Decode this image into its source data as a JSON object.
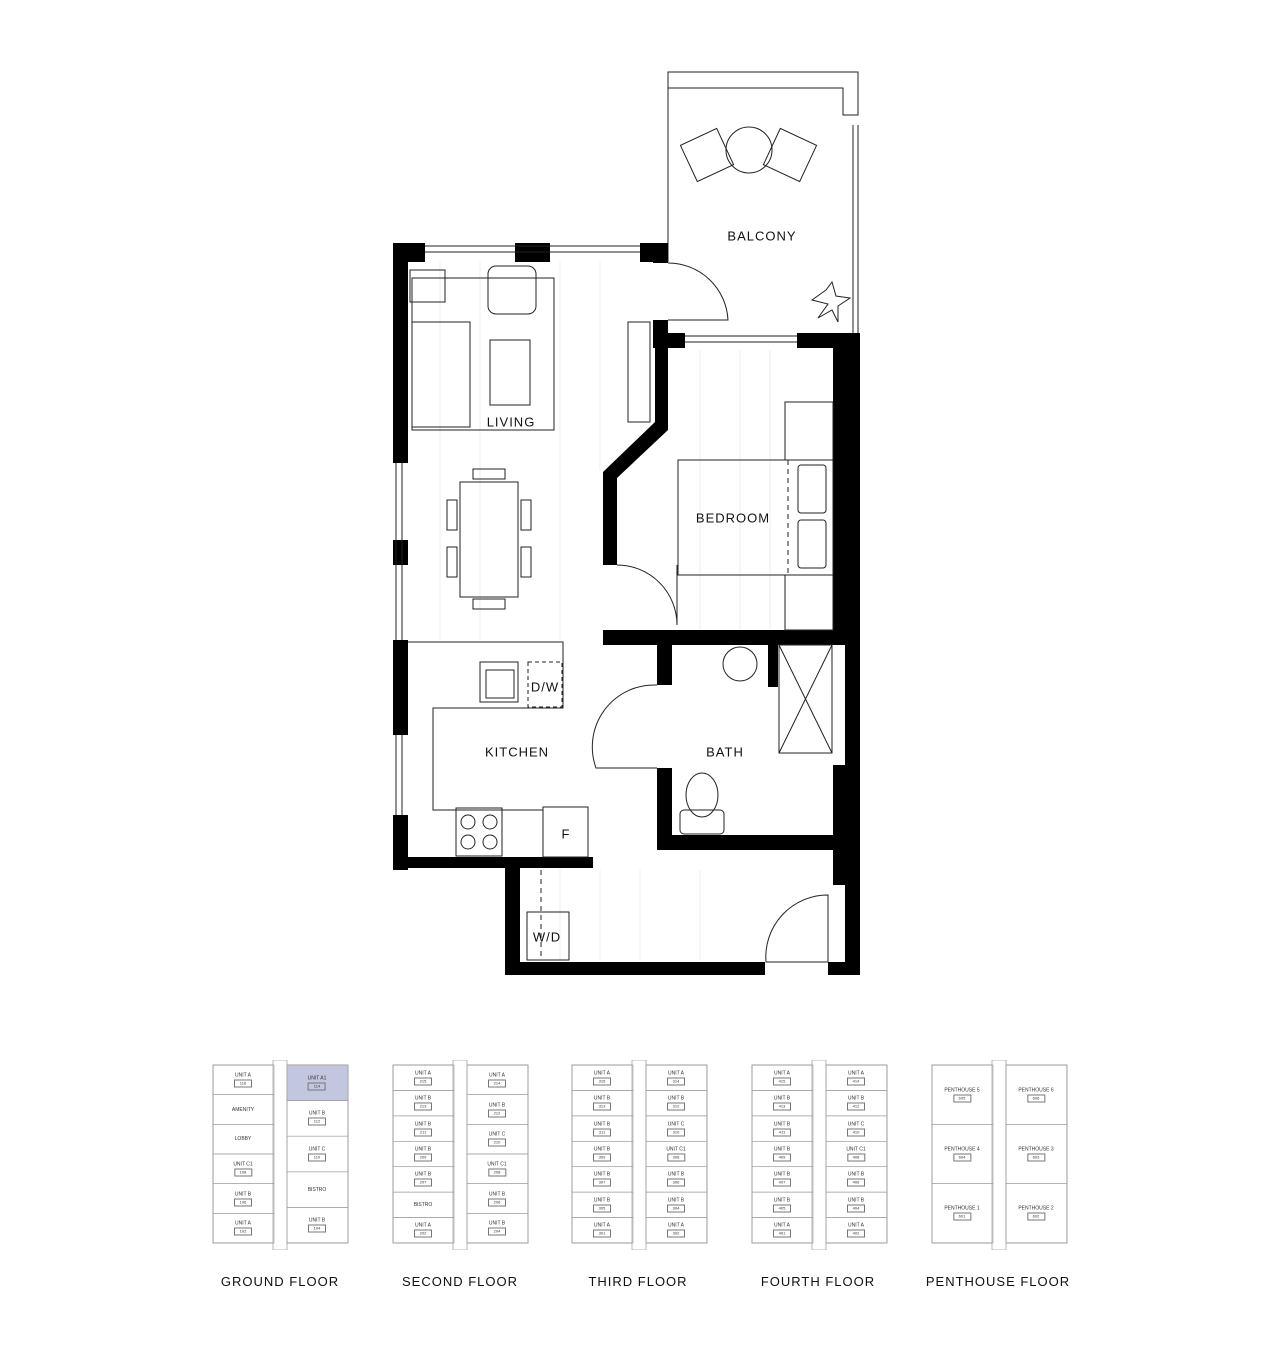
{
  "rooms": {
    "balcony": "BALCONY",
    "living": "LIVING",
    "bedroom": "BEDROOM",
    "kitchen": "KITCHEN",
    "bath": "BATH",
    "dishwasher": "D/W",
    "fridge": "F",
    "washer_dryer": "W/D"
  },
  "highlight_color": "#c3c6df",
  "keyplans": [
    {
      "label": "GROUND FLOOR",
      "units": [
        {
          "name": "UNIT A",
          "num": "116"
        },
        {
          "name": "UNIT A1",
          "num": "114",
          "highlight": true
        },
        {
          "name": "AMENITY"
        },
        {
          "name": "UNIT B",
          "num": "112"
        },
        {
          "name": "LOBBY"
        },
        {
          "name": "UNIT C",
          "num": "110"
        },
        {
          "name": "UNIT C1",
          "num": "108"
        },
        {
          "name": "BISTRO"
        },
        {
          "name": "UNIT B",
          "num": "106"
        },
        {
          "name": "UNIT B",
          "num": "104"
        },
        {
          "name": "UNIT A",
          "num": "102"
        }
      ]
    },
    {
      "label": "SECOND FLOOR",
      "units": [
        {
          "name": "UNIT A",
          "num": "215"
        },
        {
          "name": "UNIT A",
          "num": "214"
        },
        {
          "name": "UNIT B",
          "num": "213"
        },
        {
          "name": "UNIT B",
          "num": "212"
        },
        {
          "name": "UNIT B",
          "num": "211"
        },
        {
          "name": "UNIT C",
          "num": "210"
        },
        {
          "name": "UNIT B",
          "num": "209"
        },
        {
          "name": "UNIT C1",
          "num": "208"
        },
        {
          "name": "UNIT B",
          "num": "207"
        },
        {
          "name": "UNIT B",
          "num": "206"
        },
        {
          "name": "BISTRO"
        },
        {
          "name": "UNIT B",
          "num": "204"
        },
        {
          "name": "UNIT A",
          "num": "202"
        }
      ]
    },
    {
      "label": "THIRD FLOOR",
      "units": [
        {
          "name": "UNIT A",
          "num": "315"
        },
        {
          "name": "UNIT A",
          "num": "314"
        },
        {
          "name": "UNIT B",
          "num": "313"
        },
        {
          "name": "UNIT B",
          "num": "312"
        },
        {
          "name": "UNIT B",
          "num": "311"
        },
        {
          "name": "UNIT C",
          "num": "310"
        },
        {
          "name": "UNIT B",
          "num": "309"
        },
        {
          "name": "UNIT C1",
          "num": "308"
        },
        {
          "name": "UNIT B",
          "num": "307"
        },
        {
          "name": "UNIT B",
          "num": "306"
        },
        {
          "name": "UNIT B",
          "num": "305"
        },
        {
          "name": "UNIT B",
          "num": "304"
        },
        {
          "name": "UNIT A",
          "num": "301"
        },
        {
          "name": "UNIT A",
          "num": "302"
        }
      ]
    },
    {
      "label": "FOURTH FLOOR",
      "units": [
        {
          "name": "UNIT A",
          "num": "415"
        },
        {
          "name": "UNIT A",
          "num": "414"
        },
        {
          "name": "UNIT B",
          "num": "413"
        },
        {
          "name": "UNIT B",
          "num": "412"
        },
        {
          "name": "UNIT B",
          "num": "411"
        },
        {
          "name": "UNIT C",
          "num": "410"
        },
        {
          "name": "UNIT B",
          "num": "409"
        },
        {
          "name": "UNIT C1",
          "num": "408"
        },
        {
          "name": "UNIT B",
          "num": "407"
        },
        {
          "name": "UNIT B",
          "num": "406"
        },
        {
          "name": "UNIT B",
          "num": "405"
        },
        {
          "name": "UNIT B",
          "num": "404"
        },
        {
          "name": "UNIT A",
          "num": "401"
        },
        {
          "name": "UNIT A",
          "num": "402"
        }
      ]
    },
    {
      "label": "PENTHOUSE FLOOR",
      "units": [
        {
          "name": "PENTHOUSE 5",
          "num": "605"
        },
        {
          "name": "PENTHOUSE 6",
          "num": "606"
        },
        {
          "name": "PENTHOUSE 4",
          "num": "604"
        },
        {
          "name": "PENTHOUSE 3",
          "num": "603"
        },
        {
          "name": "PENTHOUSE 1",
          "num": "601"
        },
        {
          "name": "PENTHOUSE 2",
          "num": "602"
        }
      ]
    }
  ]
}
